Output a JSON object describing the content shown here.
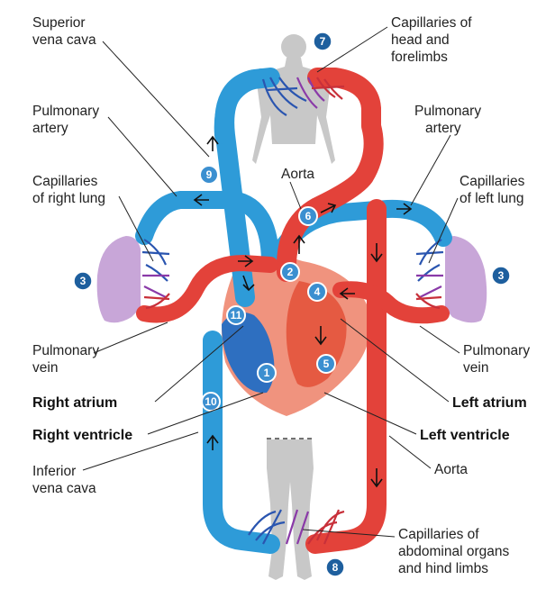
{
  "labels": {
    "superior_vena_cava": [
      "Superior",
      "vena cava"
    ],
    "capillaries_head": [
      "Capillaries of",
      "head and",
      "forelimbs"
    ],
    "pulmonary_artery_left": [
      "Pulmonary",
      "artery"
    ],
    "pulmonary_artery_right": [
      "Pulmonary",
      "artery"
    ],
    "aorta_top": "Aorta",
    "capillaries_right_lung": [
      "Capillaries",
      "of right lung"
    ],
    "capillaries_left_lung": [
      "Capillaries",
      "of left lung"
    ],
    "pulmonary_vein_left": [
      "Pulmonary",
      "vein"
    ],
    "pulmonary_vein_right": [
      "Pulmonary",
      "vein"
    ],
    "right_atrium": "Right atrium",
    "left_atrium": "Left atrium",
    "right_ventricle": "Right ventricle",
    "left_ventricle": "Left ventricle",
    "inferior_vena_cava": [
      "Inferior",
      "vena cava"
    ],
    "aorta_bottom": "Aorta",
    "capillaries_abdominal": [
      "Capillaries of",
      "abdominal organs",
      "and hind limbs"
    ]
  },
  "step_numbers": {
    "n1": "1",
    "n2": "2",
    "n3_left": "3",
    "n3_right": "3",
    "n4": "4",
    "n5": "5",
    "n6": "6",
    "n7": "7",
    "n8": "8",
    "n9": "9",
    "n10": "10",
    "n11": "11"
  },
  "colors": {
    "deoxygenated": "#2e9bd8",
    "deoxygenated_dark": "#1d6fb5",
    "oxygenated": "#e3423a",
    "oxygenated_dark": "#b52624",
    "body_silhouette": "#c8c8c8",
    "lung": "#c8a6d8",
    "heart": "#f0937e",
    "step_badge": "#3b8fd0"
  }
}
